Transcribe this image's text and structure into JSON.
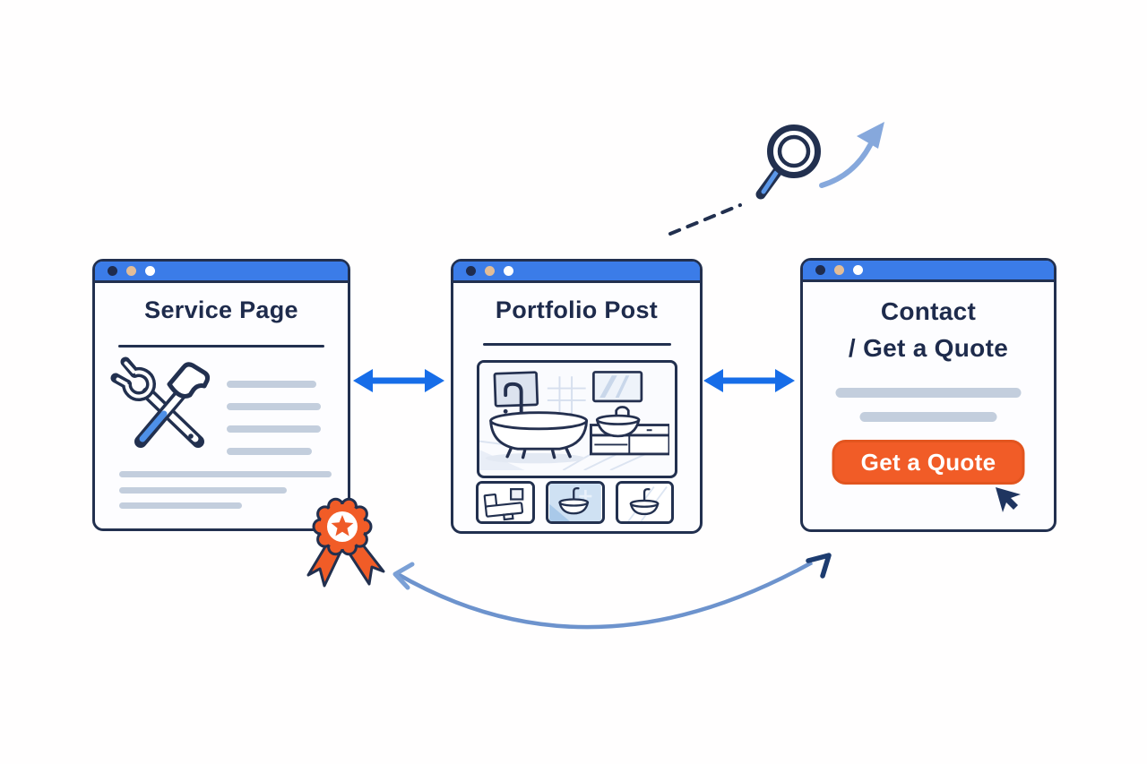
{
  "windows": {
    "service": {
      "title": "Service Page"
    },
    "portfolio": {
      "title": "Portfolio Post"
    },
    "contact": {
      "title_line1": "Contact",
      "title_line2": "/ Get a Quote",
      "cta_label": "Get a Quote"
    }
  },
  "icons": {
    "window_controls": "traffic-light-dots",
    "service_content": "wrench-hammer-icon",
    "portfolio_content": "bathroom-renovation-illustration",
    "portfolio_thumbnails": [
      "bathtub-thumbnail",
      "sink-thumbnail-selected",
      "sink-thumbnail"
    ],
    "connector": "double-headed-arrow-icon",
    "search": "magnifying-glass-icon",
    "growth": "rising-arrow-icon",
    "award": "ribbon-badge-icon",
    "pointer": "mouse-cursor-icon",
    "loop": "curved-double-headed-arrow-icon"
  },
  "colors": {
    "background": "#ffffff",
    "outline_navy": "#22304f",
    "titlebar_blue": "#3b7ce8",
    "connector_blue": "#176de8",
    "fill_blue": "#4e90e8",
    "soft_arrow_blue": "#6d93cd",
    "pale_arrow_blue": "#86a8dc",
    "skeleton_gray": "#c3cedd",
    "cta_orange": "#f15c27",
    "badge_orange": "#ef5b28",
    "dot_dark": "#1f2c4e",
    "dot_tan": "#e3bd97",
    "dot_white": "#ffffff"
  }
}
